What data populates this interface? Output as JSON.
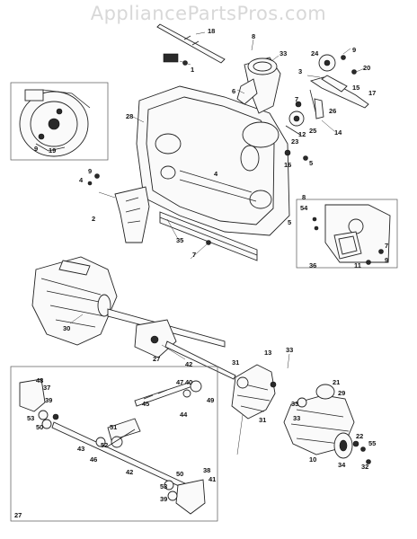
{
  "watermark": "AppliancePartsPros.com",
  "labels": {
    "l18": "18",
    "l1": "1",
    "l8a": "8",
    "l33a": "33",
    "l9a": "9",
    "l24": "24",
    "l3": "3",
    "l20": "20",
    "l15": "15",
    "l17": "17",
    "l6": "6",
    "l7a": "7",
    "l26": "26",
    "l28": "28",
    "l12": "12",
    "l25": "25",
    "l14": "14",
    "l23": "23",
    "l16": "16",
    "l5a": "5",
    "l9b": "9",
    "l19": "19",
    "l9c": "9",
    "l4a": "4",
    "l4b": "4",
    "l2": "2",
    "l8b": "8",
    "l54": "54",
    "l5b": "5",
    "l35": "35",
    "l7b": "7",
    "l7c": "7",
    "l36": "36",
    "l11": "11",
    "l9d": "9",
    "l30": "30",
    "l27a": "27",
    "l42a": "42",
    "l31a": "31",
    "l13": "13",
    "l33b": "33",
    "l48": "48",
    "l37": "37",
    "l39a": "39",
    "l53a": "53",
    "l50a": "50",
    "l47": "47",
    "l40": "40",
    "l49": "49",
    "l44": "44",
    "l45": "45",
    "l51": "51",
    "l52": "52",
    "l43": "43",
    "l46": "46",
    "l42b": "42",
    "l21": "21",
    "l29": "29",
    "l33c": "33",
    "l31b": "31",
    "l33d": "33",
    "l22": "22",
    "l55": "55",
    "l34": "34",
    "l10": "10",
    "l32": "32",
    "l50b": "50",
    "l38": "38",
    "l41": "41",
    "l53b": "53",
    "l39b": "39",
    "l27b": "27"
  }
}
